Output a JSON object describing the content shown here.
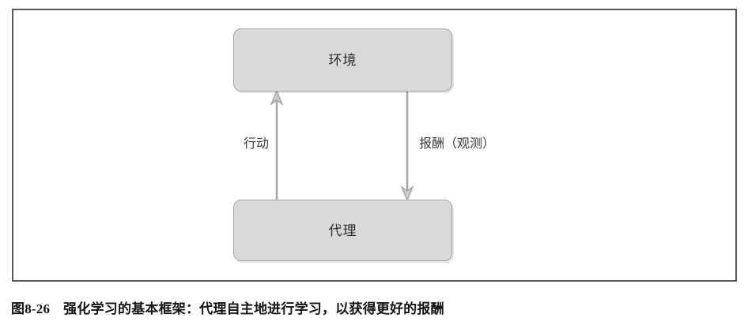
{
  "figure": {
    "frame": {
      "border_color": "#595959",
      "background": "#ffffff"
    },
    "nodes": [
      {
        "id": "environment",
        "label": "环境",
        "fill": "#d9d9d9",
        "stroke": "#a6a6a6"
      },
      {
        "id": "agent",
        "label": "代理",
        "fill": "#d9d9d9",
        "stroke": "#a6a6a6"
      }
    ],
    "edges": [
      {
        "id": "action",
        "label": "行动",
        "from": "agent",
        "to": "environment",
        "direction": "up",
        "color": "#a6a6a6"
      },
      {
        "id": "reward",
        "label": "报酬（观测）",
        "from": "environment",
        "to": "agent",
        "direction": "down",
        "color": "#a6a6a6"
      }
    ]
  },
  "caption": {
    "number": "图8-26",
    "text": "强化学习的基本框架：代理自主地进行学习，以获得更好的报酬"
  }
}
